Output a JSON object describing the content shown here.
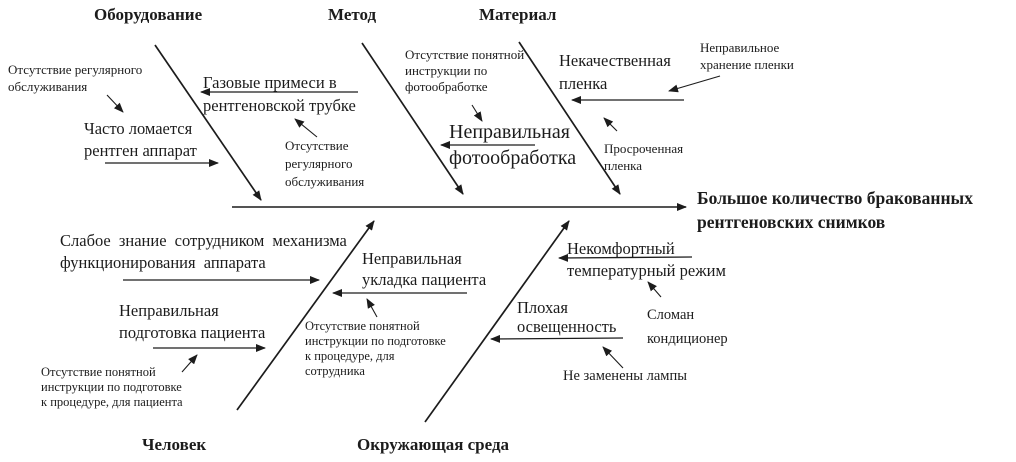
{
  "effect": "Большое количество бракованных\nрентгеновских снимков",
  "categories": {
    "equipment": "Оборудование",
    "method": "Метод",
    "material": "Материал",
    "person": "Человек",
    "environment": "Окружающая среда"
  },
  "causes": {
    "equipment": {
      "no_regular_service": "Отсутствие регулярного\nобслуживания",
      "xray_machine_often_breaks": "Часто ломается\nрентген аппарат",
      "gas_impurities_in_tube": "Газовые примеси в\nрентгеновской трубке",
      "no_regular_service_tube": "Отсутствие\nрегулярного\nобслуживания"
    },
    "method": {
      "no_photo_processing_instruction": "Отсутствие понятной\nинструкции по\nфотообработке",
      "wrong_photo_processing": "Неправильная\nфотообработка"
    },
    "material": {
      "low_quality_film": "Некачественная\nпленка",
      "improper_film_storage": "Неправильное\nхранение пленки",
      "expired_film": "Просроченная\nпленка"
    },
    "person": {
      "weak_staff_knowledge": "Слабое знание сотрудником механизма\nфункционирования аппарата",
      "wrong_patient_positioning": "Неправильная\nукладка пациента",
      "no_staff_procedure_instruction": "Отсутствие понятной\nинструкции по подготовке\nк процедуре, для\nсотрудника",
      "wrong_patient_preparation": "Неправильная\nподготовка пациента",
      "no_patient_procedure_instruction": "Отсутствие понятной\nинструкции по подготовке\nк процедуре, для пациента"
    },
    "environment": {
      "uncomfortable_temperature": "Некомфортный\nтемпературный режим",
      "broken_air_conditioner": "Сломан\nкондиционер",
      "poor_lighting": "Плохая\nосвещенность",
      "lamps_not_replaced": "Не заменены лампы"
    }
  },
  "colors": {
    "ink": "#1c1c1c",
    "background": "#ffffff"
  }
}
